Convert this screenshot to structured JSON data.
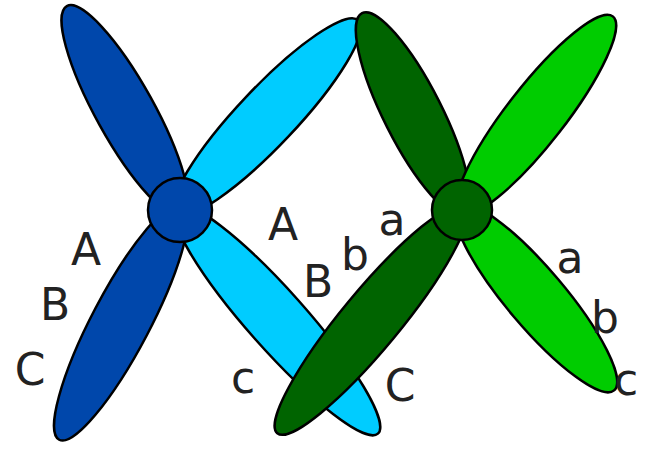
{
  "diagram": {
    "labels": [
      "A",
      "B",
      "C",
      "A",
      "B",
      "b",
      "a",
      "a",
      "b",
      "c",
      "c",
      "C"
    ]
  }
}
